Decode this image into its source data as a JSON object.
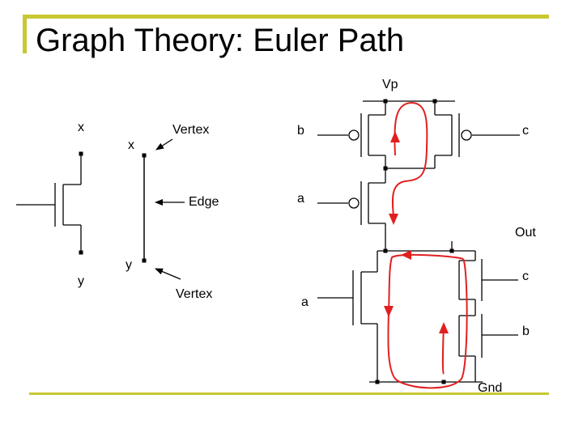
{
  "title": "Graph Theory: Euler Path",
  "colors": {
    "accent_rule": "#c8c832",
    "path": "#e02020",
    "ink": "#000000"
  },
  "left_transistor": {
    "top_terminal": "x",
    "bottom_terminal": "y"
  },
  "graph_model": {
    "top_vertex": "x",
    "bottom_vertex": "y",
    "top_vertex_caption": "Vertex",
    "bottom_vertex_caption": "Vertex",
    "edge_caption": "Edge"
  },
  "cmos_circuit": {
    "supply": "Vp",
    "output": "Out",
    "ground": "Gnd",
    "pullup_inputs": {
      "left": "b",
      "right": "c",
      "lower": "a"
    },
    "pulldown_inputs": {
      "left": "a",
      "right_upper": "c",
      "right_lower": "b"
    }
  }
}
